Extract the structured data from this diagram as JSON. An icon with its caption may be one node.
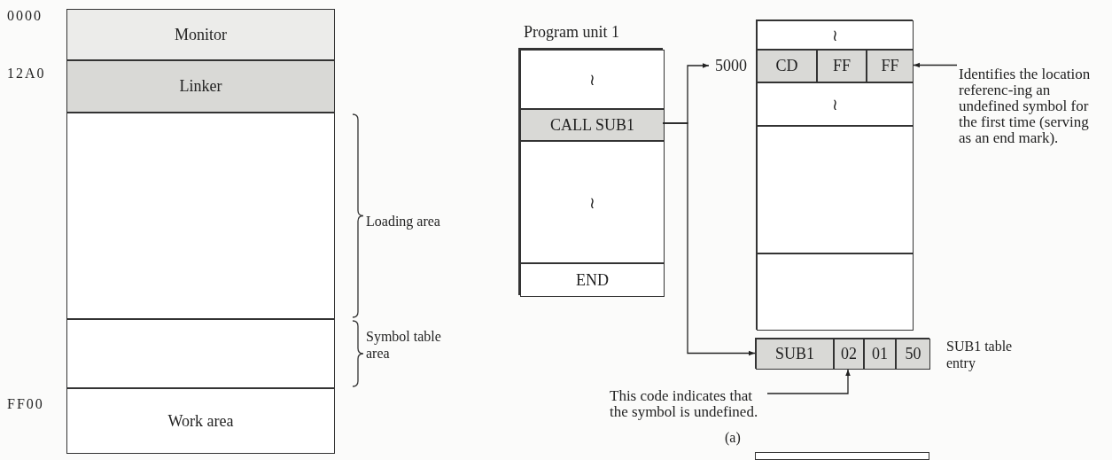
{
  "diagram": {
    "nodes": [
      {
        "text": [
          "Monitor"
        ],
        "beside": [
          "0000"
        ]
      },
      {
        "text": [
          "Linker"
        ],
        "beside": [
          "12A0"
        ]
      },
      {
        "text": [],
        "shape": "box",
        "beside": [
          "Loading area"
        ]
      },
      {
        "text": [],
        "shape": "box",
        "beside": [
          "Symbol table area"
        ]
      },
      {
        "text": [
          "Work area"
        ],
        "beside": [
          "FF00"
        ]
      },
      {
        "text": [
          "Program unit 1"
        ]
      },
      {
        "text": [
          "≀"
        ],
        "in": 5
      },
      {
        "text": [
          "CALL SUB1"
        ],
        "in": 5
      },
      {
        "text": [
          "≀"
        ],
        "in": 5
      },
      {
        "text": [
          "END"
        ],
        "in": 5
      },
      {
        "text": [],
        "shape": "box"
      },
      {
        "text": [
          "≀"
        ],
        "in": 10
      },
      {
        "text": [
          "CD"
        ],
        "in": 10
      },
      {
        "text": [
          "FF"
        ],
        "in": 10
      },
      {
        "text": [
          "FF"
        ],
        "in": 10
      },
      {
        "text": [
          "≀"
        ],
        "in": 10
      },
      {
        "text": [],
        "shape": "box",
        "in": 10
      },
      {
        "text": [],
        "shape": "box",
        "in": 10
      },
      {
        "text": [
          "5000"
        ]
      },
      {
        "text": [
          "Identifies the location referenc-ing an undefined symbol for the first time (serving as an end mark)."
        ]
      },
      {
        "text": [],
        "shape": "box",
        "beside": [
          "SUB1 table entry"
        ]
      },
      {
        "text": [
          "SUB1"
        ],
        "in": 20
      },
      {
        "text": [
          "02"
        ],
        "in": 20
      },
      {
        "text": [
          "01"
        ],
        "in": 20
      },
      {
        "text": [
          "50"
        ],
        "in": 20
      },
      {
        "text": [
          "This code indicates that the symbol is undefined."
        ]
      },
      {
        "text": [],
        "shape": "box"
      }
    ],
    "edges": [
      {
        "from": 7,
        "to": 18,
        "arrow": "to"
      },
      {
        "from": 7,
        "to": 20,
        "arrow": "to"
      },
      {
        "from": 19,
        "to": 14,
        "arrow": "to"
      },
      {
        "from": 25,
        "to": 22,
        "arrow": "to"
      }
    ],
    "labels": [
      "(a)"
    ]
  }
}
